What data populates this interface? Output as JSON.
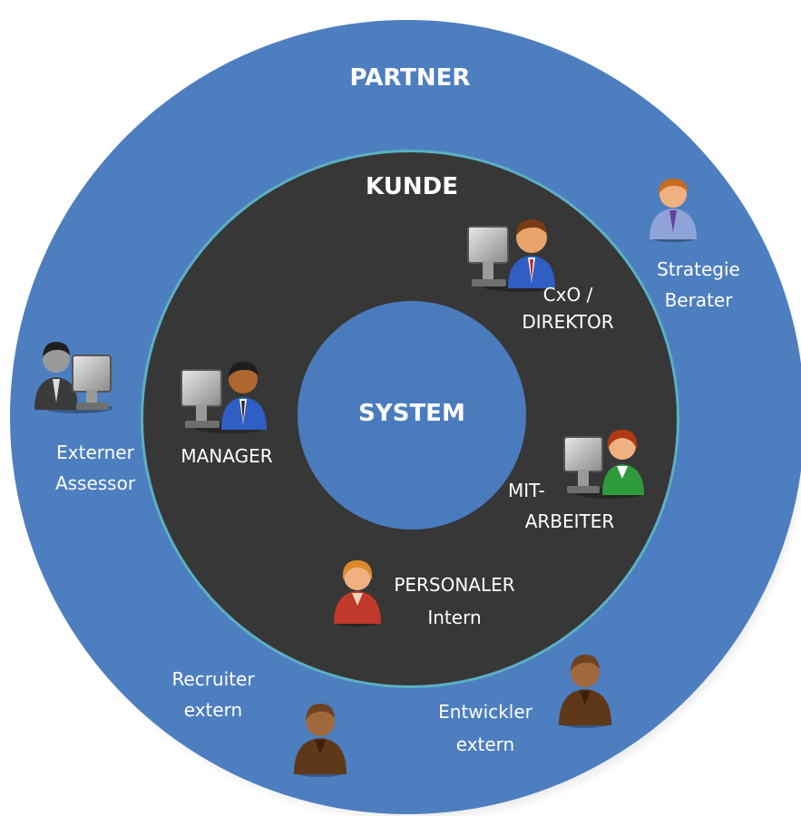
{
  "rings": {
    "outer": {
      "label": "PARTNER",
      "color": "#4d7ebf"
    },
    "middle": {
      "label": "KUNDE",
      "color": "#373737",
      "border": "#5bb0c4"
    },
    "center": {
      "label": "SYSTEM",
      "color": "#4a7cbd"
    }
  },
  "roles": {
    "cxo": {
      "line1": "CxO /",
      "line2": "DIREKTOR",
      "icon": "person-at-computer-icon",
      "accent": "#2f5fc4"
    },
    "manager": {
      "line1": "MANAGER",
      "icon": "person-at-computer-icon",
      "accent": "#2f5fc4"
    },
    "mitarbeiter": {
      "line1": "MIT-",
      "line2": "ARBEITER",
      "icon": "person-at-computer-icon",
      "accent": "#2e9a3c"
    },
    "personaler": {
      "line1": "PERSONALER",
      "line2": "Intern",
      "icon": "person-icon",
      "accent": "#c0392b"
    },
    "strategie": {
      "line1": "Strategie",
      "line2": "Berater",
      "icon": "person-icon",
      "accent": "#8fa3d8"
    },
    "assessor": {
      "line1": "Externer",
      "line2": "Assessor",
      "icon": "person-at-computer-icon",
      "accent": "#3b3b3b"
    },
    "recruiter": {
      "line1": "Recruiter",
      "line2": "extern",
      "icon": "person-icon",
      "accent": "#7a4a24"
    },
    "entwickler": {
      "line1": "Entwickler",
      "line2": "extern",
      "icon": "person-icon",
      "accent": "#7a4a24"
    }
  }
}
